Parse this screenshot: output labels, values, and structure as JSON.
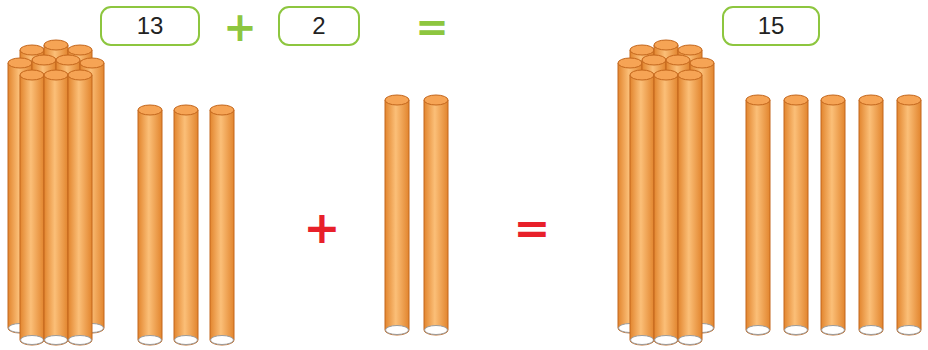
{
  "diagram": {
    "nodes": [
      {
        "text": [
          "13"
        ]
      },
      {
        "text": [
          "2"
        ]
      },
      {
        "text": [
          "15"
        ]
      }
    ],
    "labels": [
      "+",
      "=",
      "+",
      "="
    ]
  }
}
